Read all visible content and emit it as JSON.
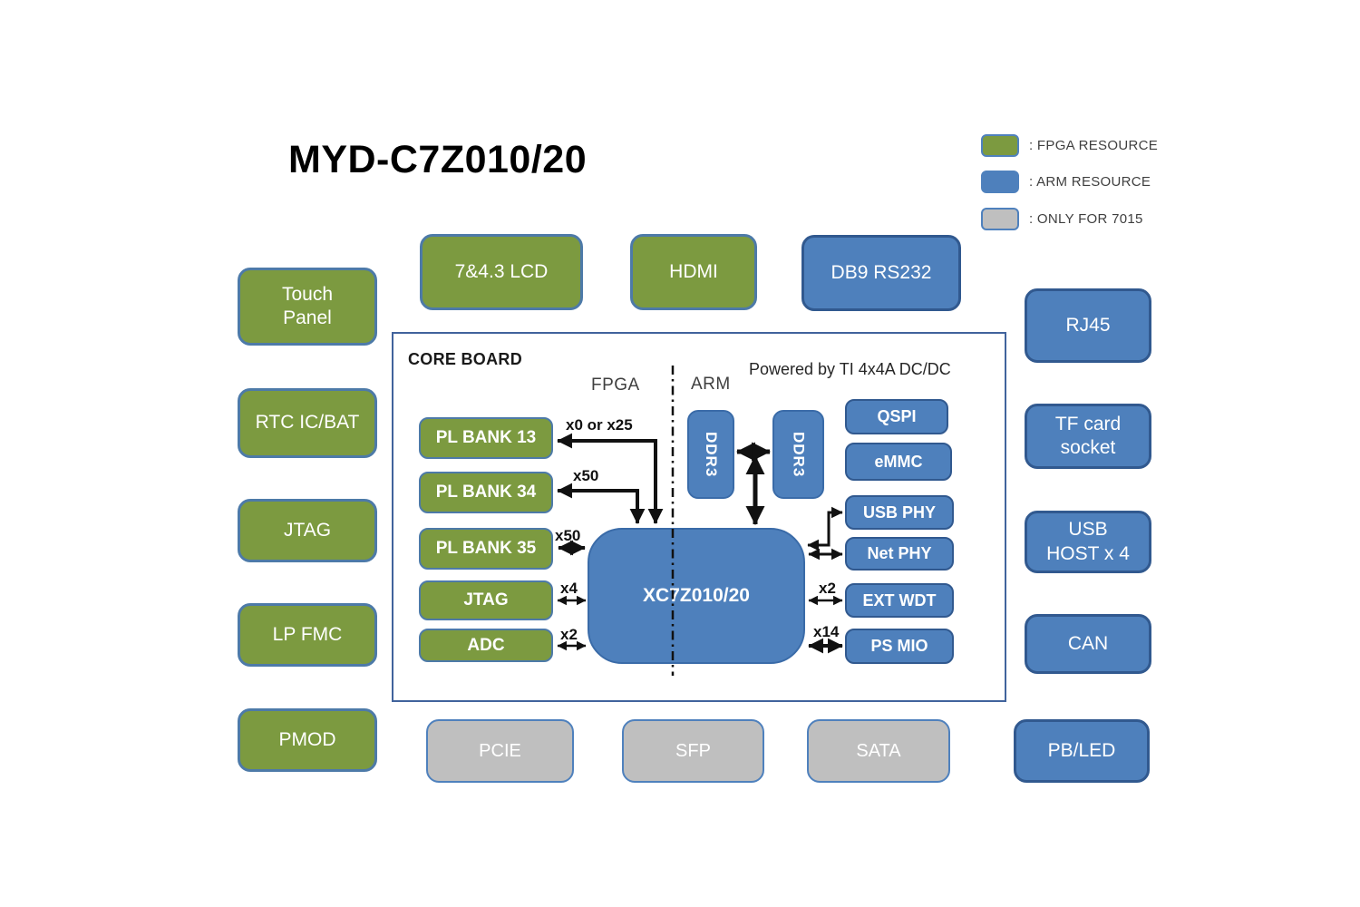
{
  "title": "MYD-C7Z010/20",
  "colors": {
    "fpga": "#7C9A40",
    "arm": "#4E80BC",
    "only7015": "#BFBFBF"
  },
  "legend": {
    "items": [
      {
        "label": ": FPGA RESOURCE",
        "swatch": "green-fpga-swatch"
      },
      {
        "label": ": ARM RESOURCE",
        "swatch": "blue-arm-swatch"
      },
      {
        "label": ": ONLY FOR 7015",
        "swatch": "gray-7015-swatch"
      }
    ]
  },
  "blocks": {
    "left": [
      {
        "label": "Touch\nPanel",
        "type": "fpga"
      },
      {
        "label": "RTC IC/BAT",
        "type": "fpga"
      },
      {
        "label": "JTAG",
        "type": "fpga"
      },
      {
        "label": "LP FMC",
        "type": "fpga"
      },
      {
        "label": "PMOD",
        "type": "fpga"
      }
    ],
    "top": [
      {
        "label": "7&4.3 LCD",
        "type": "fpga"
      },
      {
        "label": "HDMI",
        "type": "fpga"
      },
      {
        "label": "DB9 RS232",
        "type": "arm"
      }
    ],
    "right": [
      {
        "label": "RJ45",
        "type": "arm"
      },
      {
        "label": "TF card\nsocket",
        "type": "arm"
      },
      {
        "label": "USB\nHOST x 4",
        "type": "arm"
      },
      {
        "label": "CAN",
        "type": "arm"
      },
      {
        "label": "PB/LED",
        "type": "arm"
      }
    ],
    "bottom": [
      {
        "label": "PCIE",
        "type": "only7015"
      },
      {
        "label": "SFP",
        "type": "only7015"
      },
      {
        "label": "SATA",
        "type": "only7015"
      }
    ]
  },
  "core_board": {
    "label": "CORE BOARD",
    "fpga_section": "FPGA",
    "arm_section": "ARM",
    "power_note": "Powered by TI 4x4A DC/DC",
    "chip_label": "XC7Z010/20",
    "fpga_blocks": [
      {
        "label": "PL BANK 13",
        "bus": "x0 or x25"
      },
      {
        "label": "PL BANK 34",
        "bus": "x50"
      },
      {
        "label": "PL BANK 35",
        "bus": "x50"
      },
      {
        "label": "JTAG",
        "bus": "x4"
      },
      {
        "label": "ADC",
        "bus": "x2"
      }
    ],
    "memory_blocks": [
      {
        "label": "DDR3"
      },
      {
        "label": "DDR3"
      }
    ],
    "arm_blocks": [
      {
        "label": "QSPI",
        "bus": ""
      },
      {
        "label": "eMMC",
        "bus": ""
      },
      {
        "label": "USB PHY",
        "bus": ""
      },
      {
        "label": "Net PHY",
        "bus": ""
      },
      {
        "label": "EXT WDT",
        "bus": "x2"
      },
      {
        "label": "PS MIO",
        "bus": "x14"
      }
    ]
  }
}
